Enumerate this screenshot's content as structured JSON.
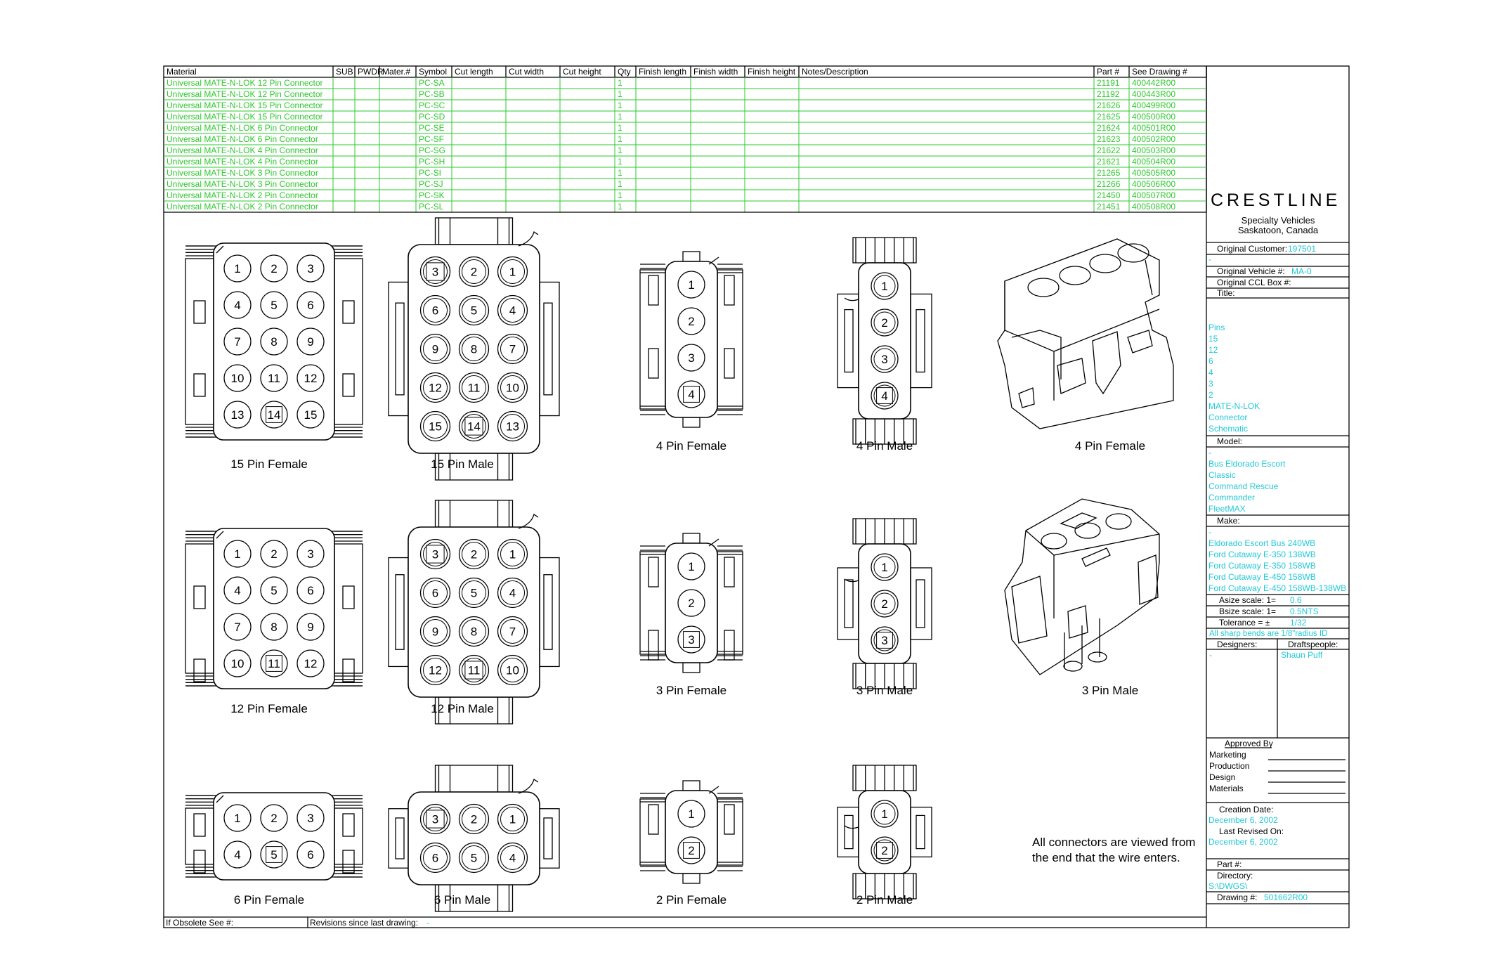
{
  "table": {
    "headers": [
      "Material",
      "SUB",
      "PWDR",
      "Mater.#",
      "Symbol",
      "Cut length",
      "Cut width",
      "Cut height",
      "Qty",
      "Finish length",
      "Finish width",
      "Finish height",
      "Notes/Description",
      "Part #",
      "See Drawing #"
    ],
    "rows": [
      {
        "material": "Universal MATE-N-LOK 12 Pin Connector",
        "symbol": "PC-SA",
        "qty": "1",
        "part": "21191",
        "drawing": "400442R00"
      },
      {
        "material": "Universal MATE-N-LOK 12 Pin Connector",
        "symbol": "PC-SB",
        "qty": "1",
        "part": "21192",
        "drawing": "400443R00"
      },
      {
        "material": "Universal MATE-N-LOK 15 Pin Connector",
        "symbol": "PC-SC",
        "qty": "1",
        "part": "21626",
        "drawing": "400499R00"
      },
      {
        "material": "Universal MATE-N-LOK 15 Pin Connector",
        "symbol": "PC-SD",
        "qty": "1",
        "part": "21625",
        "drawing": "400500R00"
      },
      {
        "material": "Universal MATE-N-LOK 6 Pin Connector",
        "symbol": "PC-SE",
        "qty": "1",
        "part": "21624",
        "drawing": "400501R00"
      },
      {
        "material": "Universal MATE-N-LOK 6 Pin Connector",
        "symbol": "PC-SF",
        "qty": "1",
        "part": "21623",
        "drawing": "400502R00"
      },
      {
        "material": "Universal MATE-N-LOK 4 Pin Connector",
        "symbol": "PC-SG",
        "qty": "1",
        "part": "21622",
        "drawing": "400503R00"
      },
      {
        "material": "Universal MATE-N-LOK 4 Pin Connector",
        "symbol": "PC-SH",
        "qty": "1",
        "part": "21621",
        "drawing": "400504R00"
      },
      {
        "material": "Universal MATE-N-LOK 3 Pin Connector",
        "symbol": "PC-SI",
        "qty": "1",
        "part": "21265",
        "drawing": "400505R00"
      },
      {
        "material": "Universal MATE-N-LOK 3 Pin Connector",
        "symbol": "PC-SJ",
        "qty": "1",
        "part": "21266",
        "drawing": "400506R00"
      },
      {
        "material": "Universal MATE-N-LOK 2 Pin Connector",
        "symbol": "PC-SK",
        "qty": "1",
        "part": "21450",
        "drawing": "400507R00"
      },
      {
        "material": "Universal MATE-N-LOK 2 Pin Connector",
        "symbol": "PC-SL",
        "qty": "1",
        "part": "21451",
        "drawing": "400508R00"
      }
    ]
  },
  "labels": {
    "p15f": "15 Pin Female",
    "p15m": "15 Pin Male",
    "p12f": "12 Pin Female",
    "p12m": "12 Pin Male",
    "p6f": "6 Pin Female",
    "p6m": "6 Pin Male",
    "p4f": "4 Pin Female",
    "p4m": "4 Pin Male",
    "p4iso": "4 Pin Female",
    "p3f": "3 Pin Female",
    "p3m": "3 Pin Male",
    "p3iso": "3 Pin Male",
    "p2f": "2 Pin Female",
    "p2m": "2 Pin Male"
  },
  "note": {
    "line1": "All connectors are viewed from",
    "line2": "the end that the wire enters."
  },
  "bottom": {
    "obsolete": "If Obsolete See #:",
    "revisions": "Revisions since last drawing:",
    "revisions_value": "-"
  },
  "title_block": {
    "logo": "CRESTLINE",
    "company_line1": "Specialty Vehicles",
    "company_line2": "Saskatoon, Canada",
    "orig_customer_label": "Original Customer:",
    "orig_customer_value": "197501",
    "dash1": "-",
    "orig_vehicle_label": "Original Vehicle #:",
    "orig_vehicle_value": "MA-0",
    "orig_ccl_label": "Original CCL Box #:",
    "title_label": "Title:",
    "title_values": [
      "Pins",
      "15",
      "12",
      "6",
      "4",
      "3",
      "2",
      "MATE-N-LOK",
      "Connector",
      "Schematic"
    ],
    "model_label": "Model:",
    "model_values": [
      "-",
      "Bus Eldorado Escort",
      "Classic",
      "Command Rescue",
      "Commander",
      "FleetMAX"
    ],
    "make_label": "Make:",
    "make_values": [
      "-",
      "Eldorado Escort Bus 240WB",
      "Ford Cutaway E-350 138WB",
      "Ford Cutaway E-350 158WB",
      "Ford Cutaway E-450 158WB",
      "Ford Cutaway E-450 158WB-138WB"
    ],
    "asize_label": "Asize scale:  1=",
    "asize_value": "0.6",
    "bsize_label": "Bsize scale:  1=",
    "bsize_value": "0.5NTS",
    "tol_label": "Tolerance = ±",
    "tol_value": "1/32",
    "bends": "All sharp bends are 1/8\"radius ID",
    "designers_label": "Designers:",
    "designers_value": "-",
    "draft_label": "Draftspeople:",
    "draft_value": "Shaun Puff",
    "approved_label": "Approved By",
    "approvers": [
      "Marketing",
      "Production",
      "Design",
      "Materials"
    ],
    "creation_label": "Creation Date:",
    "creation_value": "December 6, 2002",
    "revised_label": "Last Revised On:",
    "revised_value": "December 6, 2002",
    "part_label": "Part #:",
    "dir_label": "Directory:",
    "dir_value": "S:\\DWGS\\",
    "drawing_label": "Drawing #:",
    "drawing_value": "501662R00"
  },
  "colors": {
    "green": "#2ec82e",
    "cyan": "#22c8d8",
    "ink": "#000000"
  }
}
